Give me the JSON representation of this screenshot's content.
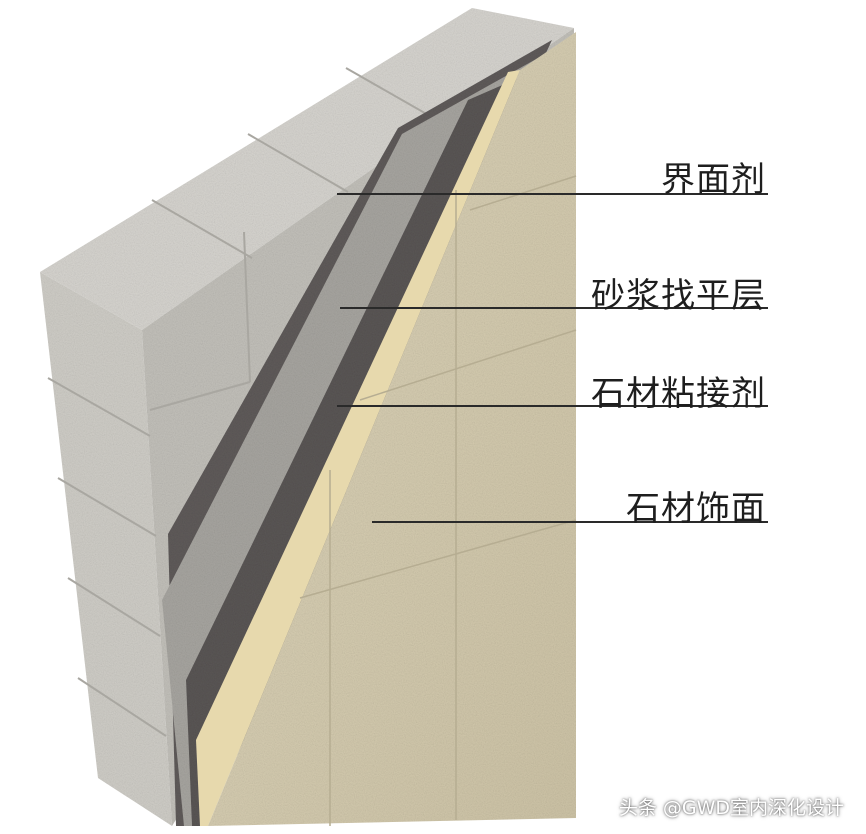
{
  "diagram": {
    "layers": [
      {
        "label": "界面剂",
        "color": "#5f5b5a"
      },
      {
        "label": "砂浆找平层",
        "color": "#a7a5a0"
      },
      {
        "label": "石材粘接剂",
        "color": "#5a5655"
      },
      {
        "label": "石材饰面",
        "color": "#d8cfb4"
      }
    ],
    "wall_color": "#c8c6c0",
    "watermark": "头条 @GWD室内深化设计"
  }
}
